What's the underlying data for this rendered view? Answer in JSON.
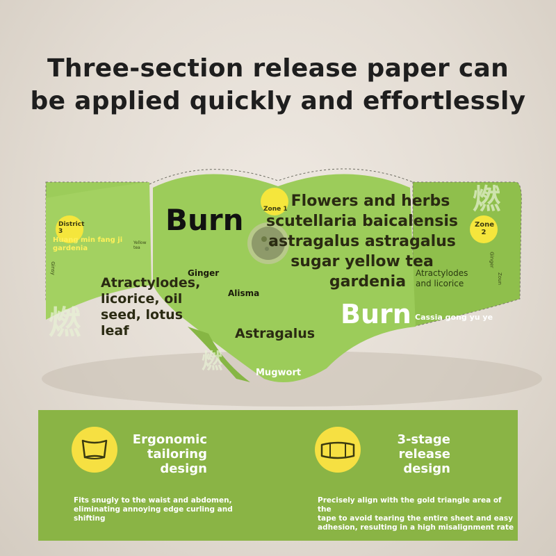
{
  "headline": {
    "line1": "Three-section release paper can",
    "line2": "be applied quickly and effortlessly"
  },
  "patch": {
    "burn_top": "Burn",
    "burn_bottom": "Burn",
    "district3_line1": "District",
    "district3_line2": "3",
    "zone1": "Zone 1",
    "zone2_line1": "Zone",
    "zone2_line2": "2",
    "herbs_left_line1": "Huang min fang ji",
    "herbs_left_line2": "gardenia",
    "yellow_tea_small_line1": "Yellow",
    "yellow_tea_small_line2": "tea",
    "flowers_lines": [
      "Flowers and herbs",
      "scutellaria baicalensis",
      "astragalus astragalus",
      "sugar yellow tea",
      "gardenia"
    ],
    "ginger": "Ginger",
    "alisma": "Alisma",
    "atractylodes_lines": [
      "Atractylodes,",
      "licorice, oil",
      "seed, lotus",
      "leaf"
    ],
    "astragalus": "Astragalus",
    "right_herb_lines": [
      "Atractylodes",
      "and licorice"
    ],
    "cassia": "Cassia gong yu ye",
    "mugwort": "Mugwort",
    "ginger_small": "Ginger",
    "zoun_small": "Zoun",
    "ginsy_small": "Ginsy",
    "colors": {
      "patch_green": "#9ccc5a",
      "patch_dark_green": "#86b644",
      "badge_yellow": "#f5e63c"
    }
  },
  "features": [
    {
      "icon": "waist-icon",
      "title_lines": [
        "Ergonomic",
        "tailoring",
        "design"
      ],
      "desc_lines": [
        "Fits snugly to the waist and abdomen,",
        "eliminating annoying edge curling and",
        "shifting"
      ]
    },
    {
      "icon": "patch-release-icon",
      "title_lines": [
        "3-stage",
        "release",
        "design"
      ],
      "desc_lines": [
        "Precisely align with the gold triangle area of the",
        "tape to avoid tearing the entire sheet and easy",
        "adhesion, resulting in a high misalignment rate"
      ]
    }
  ],
  "panel_color": "#8ab445"
}
